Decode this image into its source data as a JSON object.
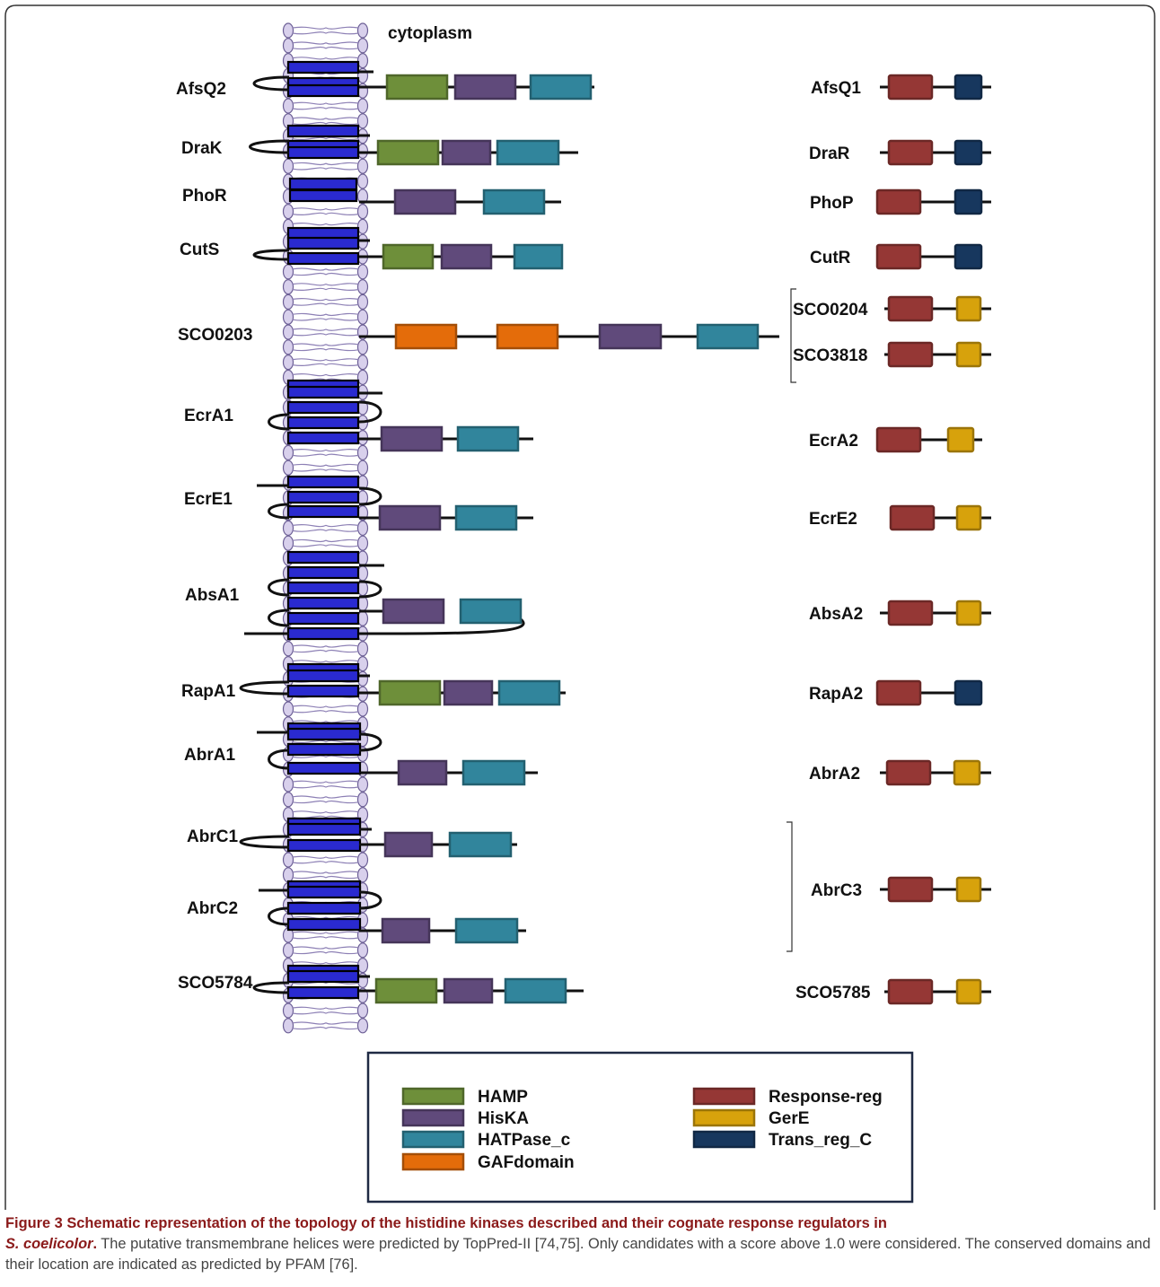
{
  "figure": {
    "cytoplasm_label": "cytoplasm",
    "kinases": [
      {
        "name": "AfsQ2",
        "domains": [
          "HAMP",
          "HisKA",
          "HATPase_c"
        ]
      },
      {
        "name": "DraK",
        "domains": [
          "HAMP",
          "HisKA",
          "HATPase_c"
        ]
      },
      {
        "name": "PhoR",
        "domains": [
          "HisKA",
          "HATPase_c"
        ]
      },
      {
        "name": "CutS",
        "domains": [
          "HAMP",
          "HisKA",
          "HATPase_c"
        ]
      },
      {
        "name": "SCO0203",
        "domains": [
          "GAFdomain",
          "GAFdomain",
          "HisKA",
          "HATPase_c"
        ]
      },
      {
        "name": "EcrA1",
        "domains": [
          "HisKA",
          "HATPase_c"
        ]
      },
      {
        "name": "EcrE1",
        "domains": [
          "HisKA",
          "HATPase_c"
        ]
      },
      {
        "name": "AbsA1",
        "domains": [
          "HisKA",
          "HATPase_c"
        ]
      },
      {
        "name": "RapA1",
        "domains": [
          "HAMP",
          "HisKA",
          "HATPase_c"
        ]
      },
      {
        "name": "AbrA1",
        "domains": [
          "HisKA",
          "HATPase_c"
        ]
      },
      {
        "name": "AbrC1",
        "domains": [
          "HisKA",
          "HATPase_c"
        ]
      },
      {
        "name": "AbrC2",
        "domains": [
          "HisKA",
          "HATPase_c"
        ]
      },
      {
        "name": "SCO5784",
        "domains": [
          "HAMP",
          "HisKA",
          "HATPase_c"
        ]
      }
    ],
    "regulators": [
      {
        "name": "AfsQ1",
        "domains": [
          "Response-reg",
          "Trans_reg_C"
        ]
      },
      {
        "name": "DraR",
        "domains": [
          "Response-reg",
          "Trans_reg_C"
        ]
      },
      {
        "name": "PhoP",
        "domains": [
          "Response-reg",
          "Trans_reg_C"
        ]
      },
      {
        "name": "CutR",
        "domains": [
          "Response-reg",
          "Trans_reg_C"
        ]
      },
      {
        "name": "SCO0204",
        "domains": [
          "Response-reg",
          "GerE"
        ]
      },
      {
        "name": "SCO3818",
        "domains": [
          "Response-reg",
          "GerE"
        ]
      },
      {
        "name": "EcrA2",
        "domains": [
          "Response-reg",
          "GerE"
        ]
      },
      {
        "name": "EcrE2",
        "domains": [
          "Response-reg",
          "GerE"
        ]
      },
      {
        "name": "AbsA2",
        "domains": [
          "Response-reg",
          "GerE"
        ]
      },
      {
        "name": "RapA2",
        "domains": [
          "Response-reg",
          "Trans_reg_C"
        ]
      },
      {
        "name": "AbrA2",
        "domains": [
          "Response-reg",
          "GerE"
        ]
      },
      {
        "name": "AbrC3",
        "domains": [
          "Response-reg",
          "GerE"
        ]
      },
      {
        "name": "SCO5785",
        "domains": [
          "Response-reg",
          "GerE"
        ]
      }
    ],
    "legend": [
      {
        "label": "HAMP",
        "color": "#6e8f3a"
      },
      {
        "label": "HisKA",
        "color": "#604a7b"
      },
      {
        "label": "HATPase_c",
        "color": "#31859c"
      },
      {
        "label": "GAFdomain",
        "color": "#e46c0a"
      },
      {
        "label": "Response-reg",
        "color": "#953735"
      },
      {
        "label": "GerE",
        "color": "#d7a20c"
      },
      {
        "label": "Trans_reg_C",
        "color": "#17375e"
      }
    ],
    "colors": {
      "helix_fill": "#2a2ad0",
      "lipid_fill": "#d8d0ec",
      "lipid_stroke": "#6c5f95",
      "legend_border": "#1f2a44"
    }
  },
  "caption": {
    "figure_label": "Figure 3",
    "title_part1": " Schematic representation of the topology of the histidine kinases described and their cognate response regulators in",
    "organism": "S. coelicolor",
    "title_end": ".",
    "body": " The putative transmembrane helices were predicted by TopPred-II [74,75]. Only candidates with a score above 1.0 were considered. The conserved domains and their location are indicated as predicted by PFAM [76]."
  }
}
